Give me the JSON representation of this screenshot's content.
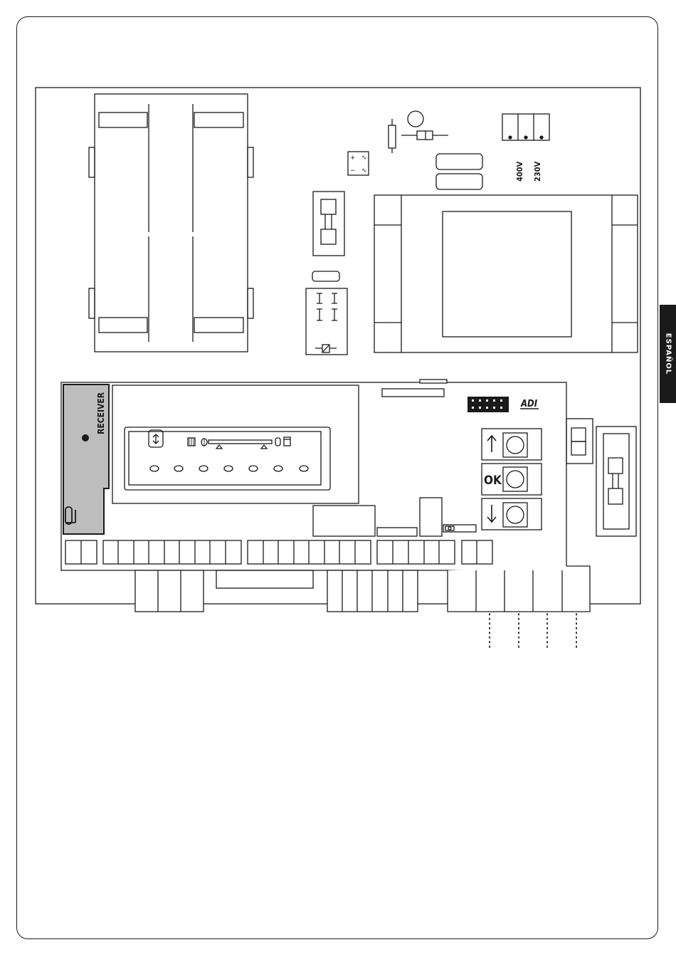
{
  "side_tab": {
    "label": "ESPAÑOL"
  },
  "labels": {
    "receiver": "RECEIVER",
    "voltage_400": "400V",
    "voltage_230": "230V",
    "logo": "ADI",
    "ok_button": "OK"
  },
  "colors": {
    "line": "#1a1a1a",
    "receiver_fill": "#bdbdbd",
    "tab_fill": "#1a1a1a"
  }
}
